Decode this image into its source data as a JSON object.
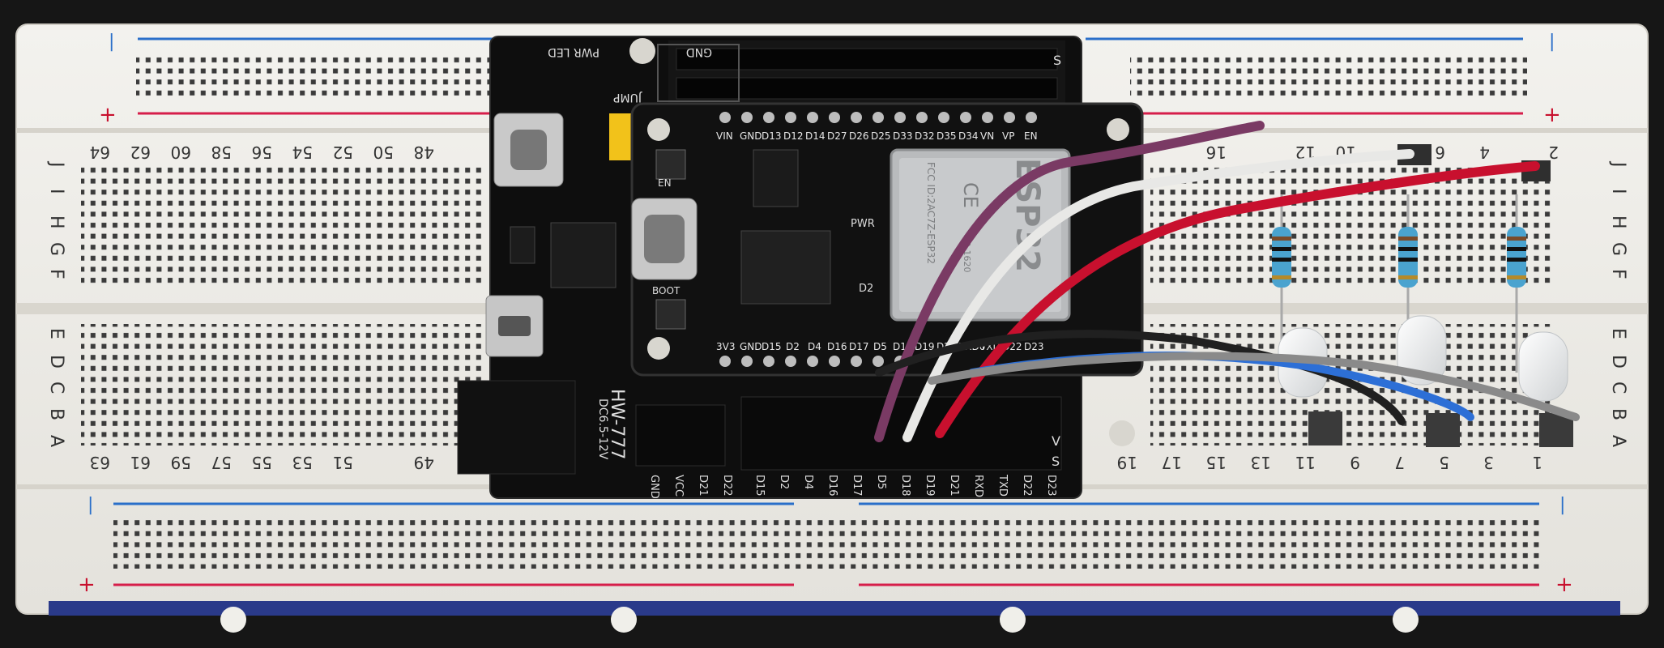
{
  "breadboard": {
    "rail_plus": "+",
    "rail_minus": "|",
    "rows_left": [
      "J",
      "I",
      "H",
      "G",
      "F"
    ],
    "rows_bottom": [
      "E",
      "D",
      "C",
      "B",
      "A"
    ],
    "top_numbers": [
      "64",
      "62",
      "60",
      "58",
      "56",
      "54",
      "52",
      "50",
      "48",
      "16",
      "12",
      "10",
      "6",
      "4",
      "2"
    ],
    "bottom_numbers": [
      "63",
      "61",
      "59",
      "57",
      "55",
      "53",
      "51",
      "49",
      "19",
      "17",
      "15",
      "13",
      "11",
      "9",
      "7",
      "5",
      "3",
      "1"
    ]
  },
  "shield": {
    "model": "HW-777",
    "jump_label": "JUMP",
    "power_led_label": "PWR LED",
    "gnd_label": "GND",
    "dc_label": "DC6.5-12V",
    "header_bottom_left": [
      "GND",
      "VCC",
      "D21",
      "D22"
    ],
    "header_bottom_right": [
      "D15",
      "D2",
      "D4",
      "D16",
      "D17",
      "D5",
      "D18",
      "D19",
      "D21",
      "RXD",
      "TXD",
      "D22",
      "D23"
    ],
    "v_label": "V",
    "s_label": "S"
  },
  "esp32": {
    "top_pins": [
      "VIN",
      "GND",
      "D13",
      "D12",
      "D14",
      "D27",
      "D26",
      "D25",
      "D33",
      "D32",
      "D35",
      "D34",
      "VN",
      "VP",
      "EN"
    ],
    "bottom_pins": [
      "3V3",
      "GND",
      "D15",
      "D2",
      "D4",
      "D16",
      "D17",
      "D5",
      "D18",
      "D19",
      "D21",
      "RXD0",
      "TXD0",
      "D22",
      "D23"
    ],
    "module_text": "ESP32",
    "module_fcc": "FCC ID:2AC7Z-ESP32",
    "module_ce": "CE",
    "module_sub": "Z8-1620",
    "en_label": "EN",
    "boot_label": "BOOT",
    "pwr_label": "PWR",
    "d2_label": "D2"
  },
  "wire_colors": {
    "purple": "#7a3a64",
    "white": "#e8e8e6",
    "red": "#c8102e",
    "black": "#202020",
    "blue": "#2d6fd6",
    "gray": "#8a8a8a"
  }
}
